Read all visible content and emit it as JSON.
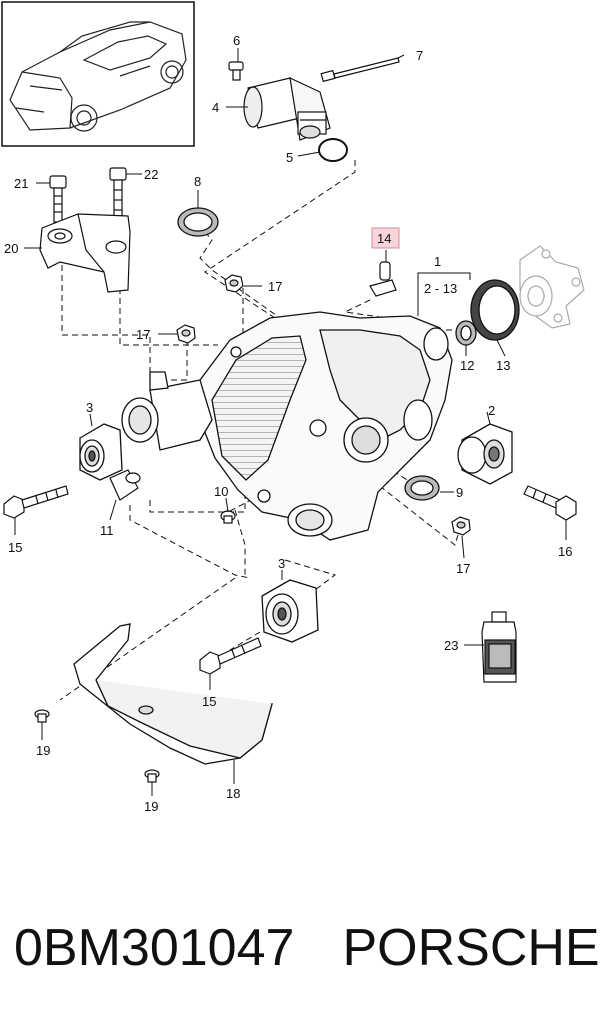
{
  "diagram": {
    "callouts": {
      "c1": "1",
      "c1_range": "2 - 13",
      "c2": "2",
      "c3a": "3",
      "c3b": "3",
      "c4": "4",
      "c5": "5",
      "c6": "6",
      "c7": "7",
      "c8": "8",
      "c9": "9",
      "c10": "10",
      "c11": "11",
      "c12": "12",
      "c13": "13",
      "c14": "14",
      "c15a": "15",
      "c15b": "15",
      "c16": "16",
      "c17a": "17",
      "c17b": "17",
      "c17c": "17",
      "c18": "18",
      "c19a": "19",
      "c19b": "19",
      "c20": "20",
      "c21": "21",
      "c22": "22",
      "c23": "23"
    },
    "highlight_color": "#e8a6b0",
    "line_color": "#111111"
  },
  "footer": {
    "part_number": "0BM301047",
    "brand": "PORSCHE"
  }
}
